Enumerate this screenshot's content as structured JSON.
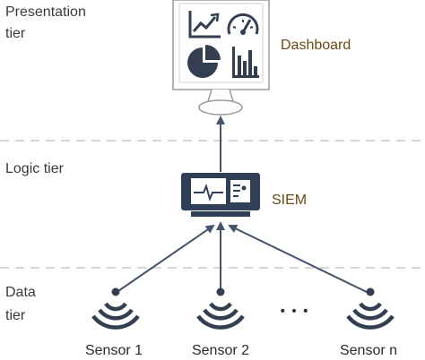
{
  "tiers": {
    "presentation": [
      "Presentation",
      "tier"
    ],
    "logic": [
      "Logic tier"
    ],
    "data": [
      "Data",
      "tier"
    ]
  },
  "nodes": {
    "dashboard": "Dashboard",
    "siem": "SIEM"
  },
  "sensors": [
    "Sensor 1",
    "Sensor 2",
    "Sensor n"
  ],
  "ellipsis": "• • •",
  "colors": {
    "line": "#44546a",
    "divider": "#c8c8c8",
    "monitor_border": "#9a9a9a",
    "icon": "#333f50",
    "siem_body": "#2f3f56",
    "tier_text": "#3a3a3a",
    "node_text": "#6b4a12"
  },
  "icons": [
    "line-chart-icon",
    "gauge-icon",
    "pie-chart-icon",
    "bar-chart-icon",
    "pulse-icon",
    "document-icon",
    "wireless-signal-icon"
  ]
}
